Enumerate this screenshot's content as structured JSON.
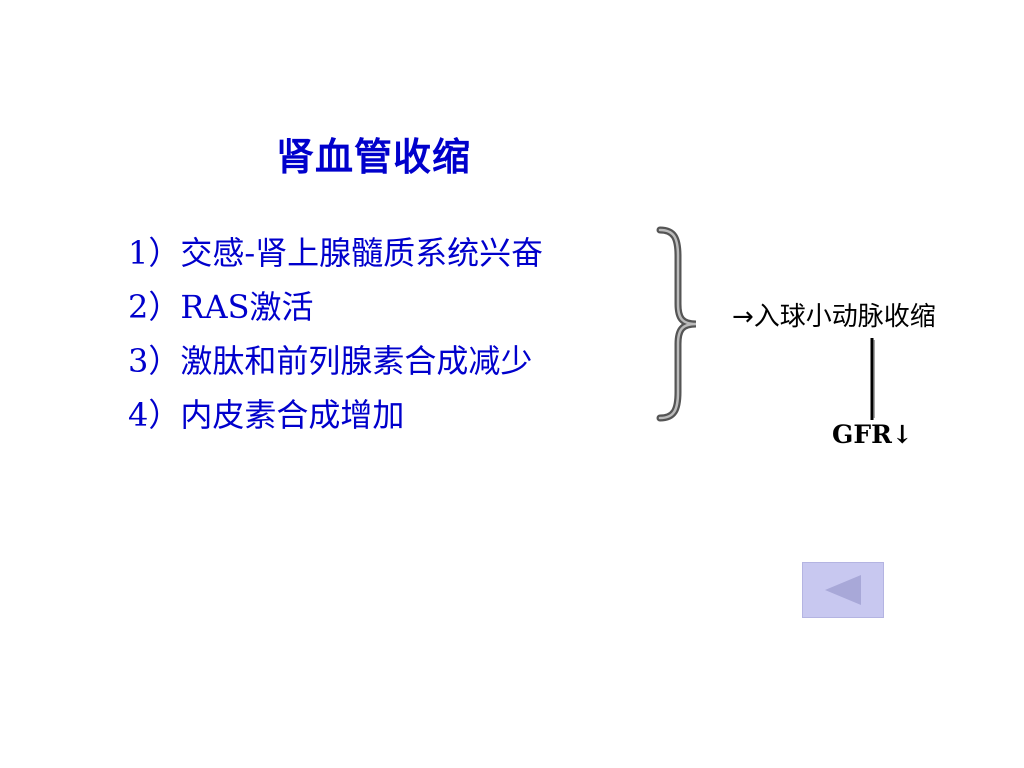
{
  "slide": {
    "title": "肾血管收缩",
    "items": [
      "1）交感-肾上腺髓质系统兴奋",
      "2）RAS激活",
      "3）激肽和前列腺素合成减少",
      "4）内皮素合成增加"
    ],
    "result": "→入球小动脉收缩",
    "outcome": "GFR↓"
  },
  "icons": {
    "brace": "right-curly-brace-icon",
    "connector": "vertical-line",
    "back": "left-triangle-icon"
  },
  "colors": {
    "text_blue": "#0000cc",
    "text_black": "#000000",
    "button_bg": "#c8c8f0",
    "button_arrow": "#a8a8d8"
  }
}
